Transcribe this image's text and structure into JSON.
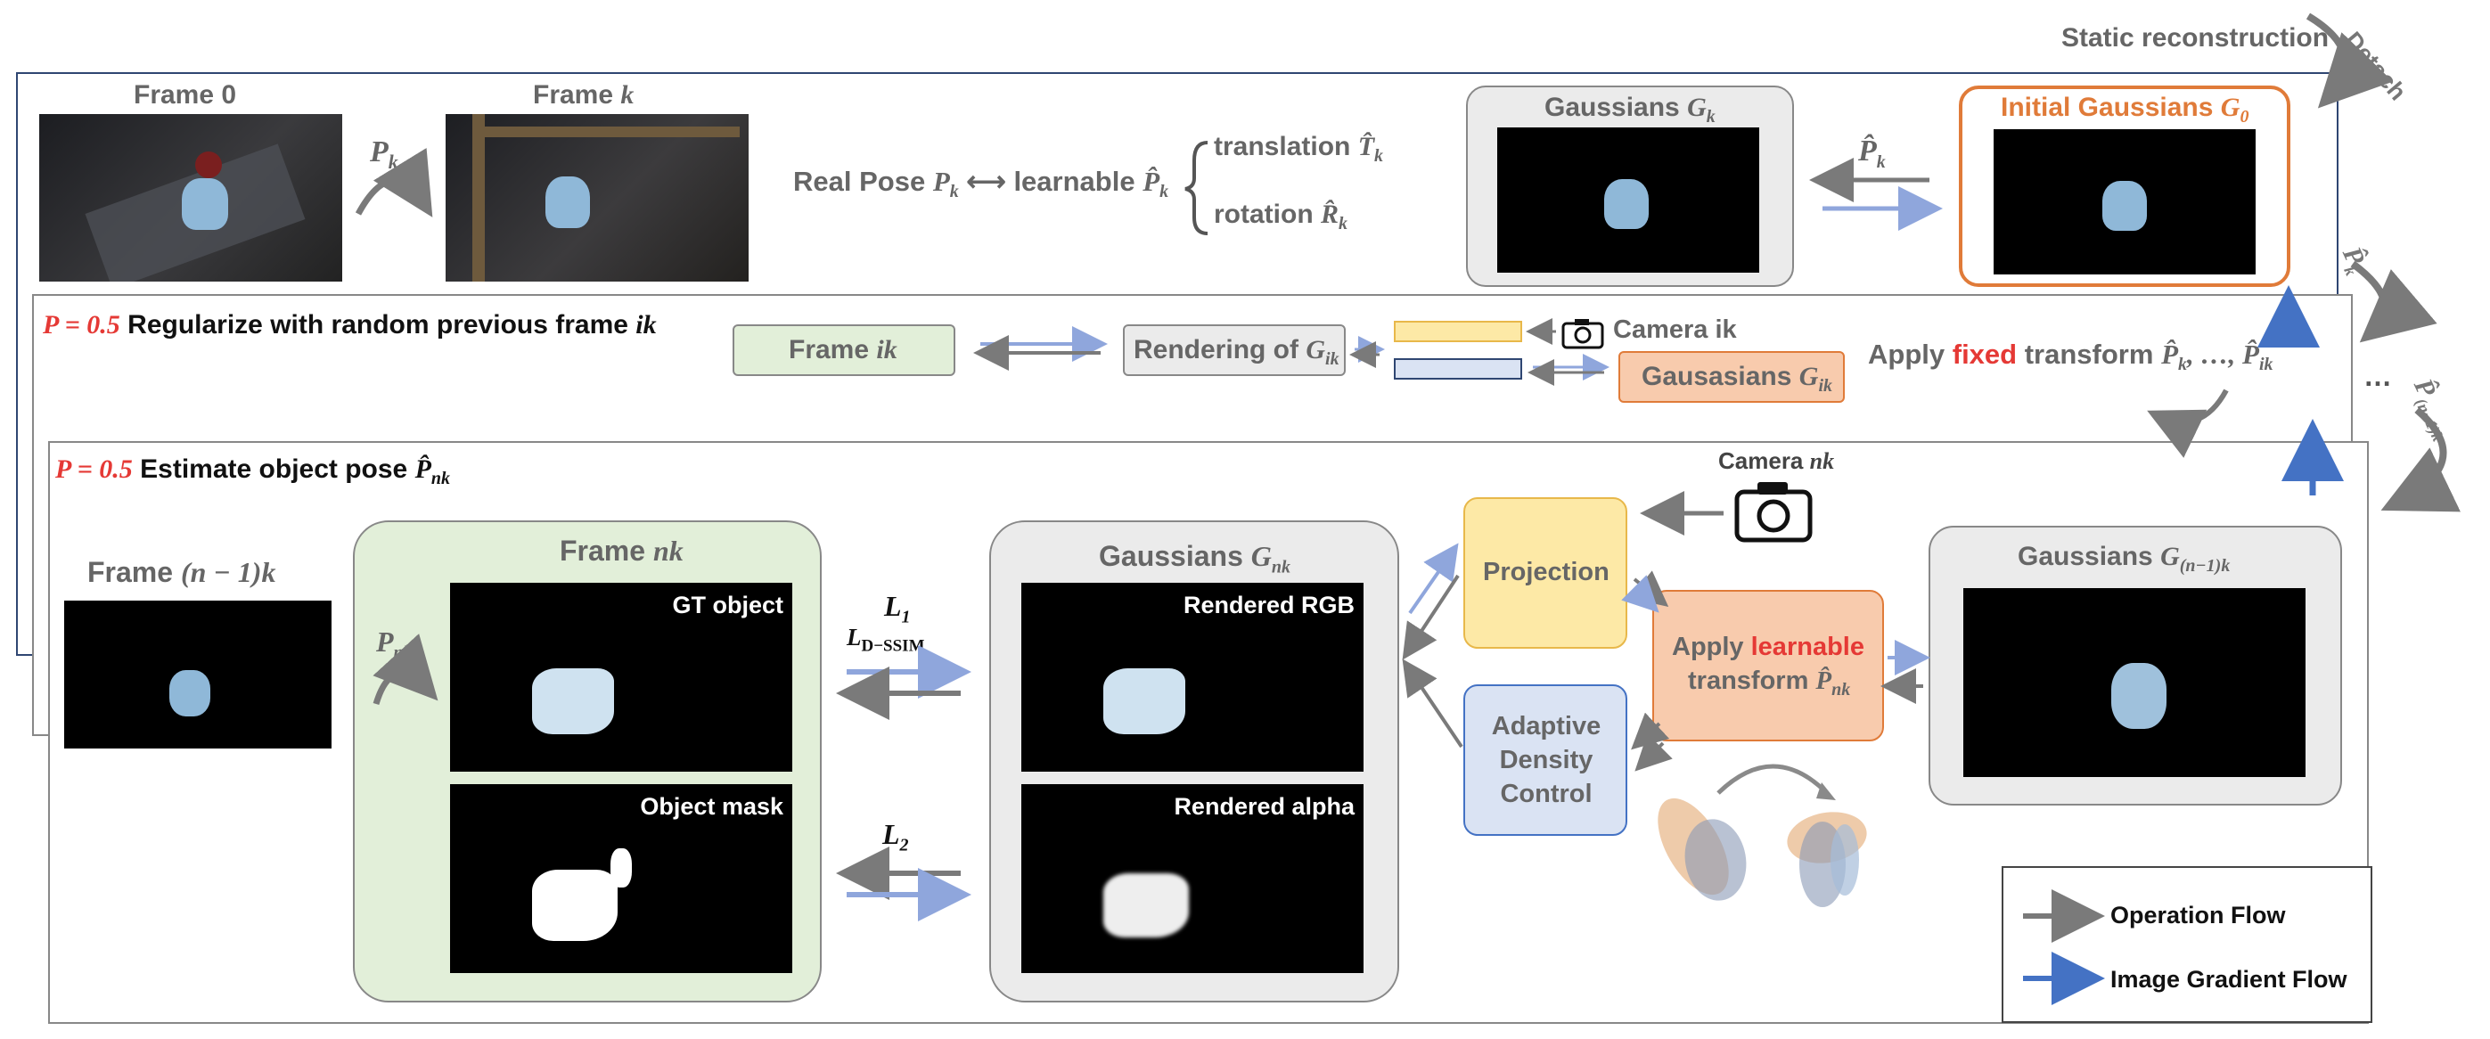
{
  "colors": {
    "gray_arrow": "#7a7a7a",
    "blue_arrow": "#8fa6dc",
    "blue_gradient": "#4472c4",
    "orange": "#e07b39",
    "red": "#e53935",
    "green_fill": "#e2efd9",
    "yellow_fill": "#fde9a6",
    "blue_fill": "#dae3f3",
    "orange_fill": "#f8cbad",
    "gray_fill": "#ebebeb"
  },
  "static": {
    "title": "Static reconstruction",
    "detach": "Detach"
  },
  "top": {
    "frame0": "Frame 0",
    "frame_k_prefix": "Frame ",
    "frame_k_var": "k",
    "pose_k": "P",
    "pose_k_sub": "k",
    "real_pose": "Real Pose",
    "learnable": "learnable",
    "translation": "translation",
    "rotation": "rotation",
    "gaussians_k": "Gaussians",
    "initial_gaussians": "Initial Gaussians"
  },
  "mid": {
    "p_label": "P = 0.5",
    "title": "Regularize with random previous frame",
    "frame_ik": "Frame",
    "rendering": "Rendering of",
    "camera_ik": "Camera ik",
    "gausasians_ik": "Gausasians",
    "apply": "Apply",
    "fixed": "fixed",
    "transform": "transform"
  },
  "bottom": {
    "p_label": "P = 0.5",
    "title": "Estimate object pose",
    "frame_n1k": "Frame",
    "frame_nk": "Frame",
    "gt_object": "GT object",
    "object_mask": "Object mask",
    "loss_l1": "L",
    "loss_l1_sub": "1",
    "loss_dssim": "L",
    "loss_dssim_sub": "D−SSIM",
    "loss_l2": "L",
    "loss_l2_sub": "2",
    "gaussians_nk": "Gaussians",
    "rendered_rgb": "Rendered RGB",
    "rendered_alpha": "Rendered alpha",
    "camera_nk": "Camera",
    "projection": "Projection",
    "adaptive_density": "Adaptive Density Control",
    "apply": "Apply",
    "learnable": "learnable",
    "transform": "transform",
    "gaussians_n1k": "Gaussians"
  },
  "legend": {
    "operation": "Operation Flow",
    "gradient": "Image Gradient Flow"
  },
  "side": {
    "dots": "…",
    "p_k": "P",
    "p_n1k": "P"
  }
}
